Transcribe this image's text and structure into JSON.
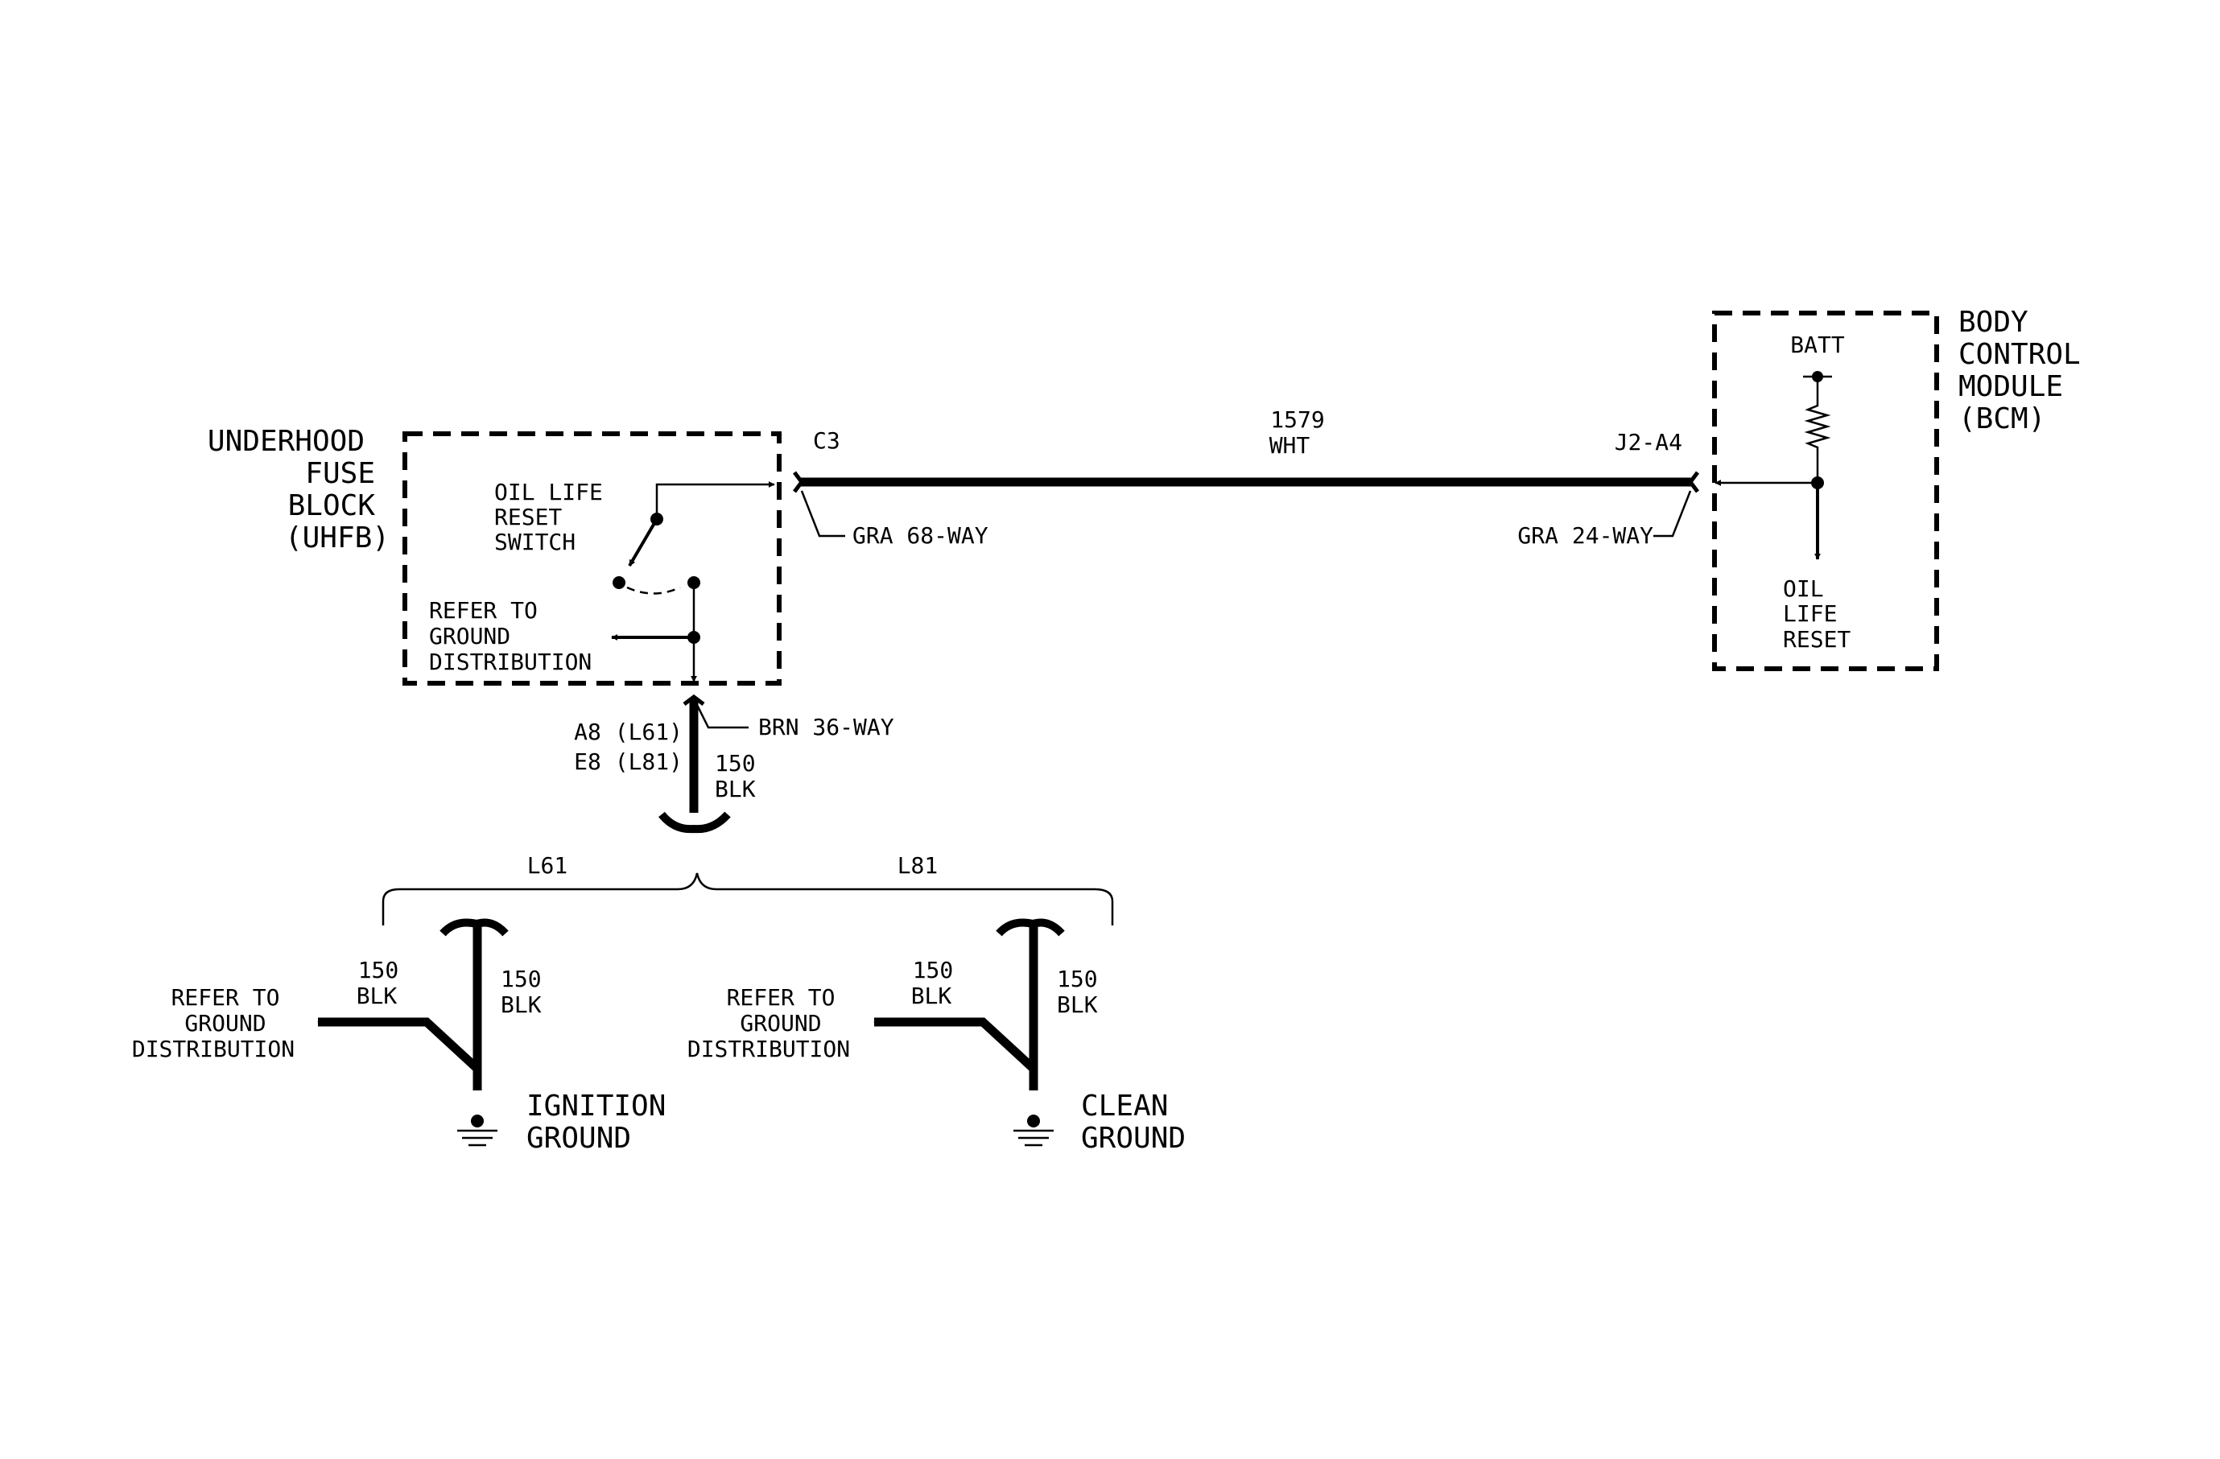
{
  "components": {
    "uhfb": {
      "name_lines": [
        "UNDERHOOD",
        "FUSE",
        "BLOCK",
        "(UHFB)"
      ],
      "switch_label": [
        "OIL LIFE",
        "RESET",
        "SWITCH"
      ],
      "ground_ref": [
        "REFER TO",
        "GROUND",
        "DISTRIBUTION"
      ]
    },
    "bcm": {
      "name_lines": [
        "BODY",
        "CONTROL",
        "MODULE",
        "(BCM)"
      ],
      "batt_label": "BATT",
      "output_label": [
        "OIL",
        "LIFE",
        "RESET"
      ]
    }
  },
  "wires": {
    "main": {
      "circuit": "1579",
      "color": "WHT"
    },
    "ground_trunk": {
      "circuit": "150",
      "color": "BLK"
    },
    "ignition_branch_left": {
      "circuit": "150",
      "color": "BLK"
    },
    "ignition_branch_right": {
      "circuit": "150",
      "color": "BLK"
    },
    "clean_branch_left": {
      "circuit": "150",
      "color": "BLK"
    },
    "clean_branch_right": {
      "circuit": "150",
      "color": "BLK"
    }
  },
  "connectors": {
    "uhfb_c3": {
      "pin": "C3",
      "desc": "GRA 68-WAY"
    },
    "bcm_j2": {
      "pin": "J2-A4",
      "desc": "GRA 24-WAY"
    },
    "uhfb_brn": {
      "pins": [
        "A8 (L61)",
        "E8 (L81)"
      ],
      "desc": "BRN 36-WAY"
    }
  },
  "options": {
    "left": "L61",
    "right": "L81"
  },
  "grounds": {
    "ignition": {
      "lines": [
        "IGNITION",
        "GROUND"
      ],
      "ref": [
        "REFER TO",
        "GROUND",
        "DISTRIBUTION"
      ]
    },
    "clean": {
      "lines": [
        "CLEAN",
        "GROUND"
      ],
      "ref": [
        "REFER TO",
        "GROUND",
        "DISTRIBUTION"
      ]
    }
  }
}
